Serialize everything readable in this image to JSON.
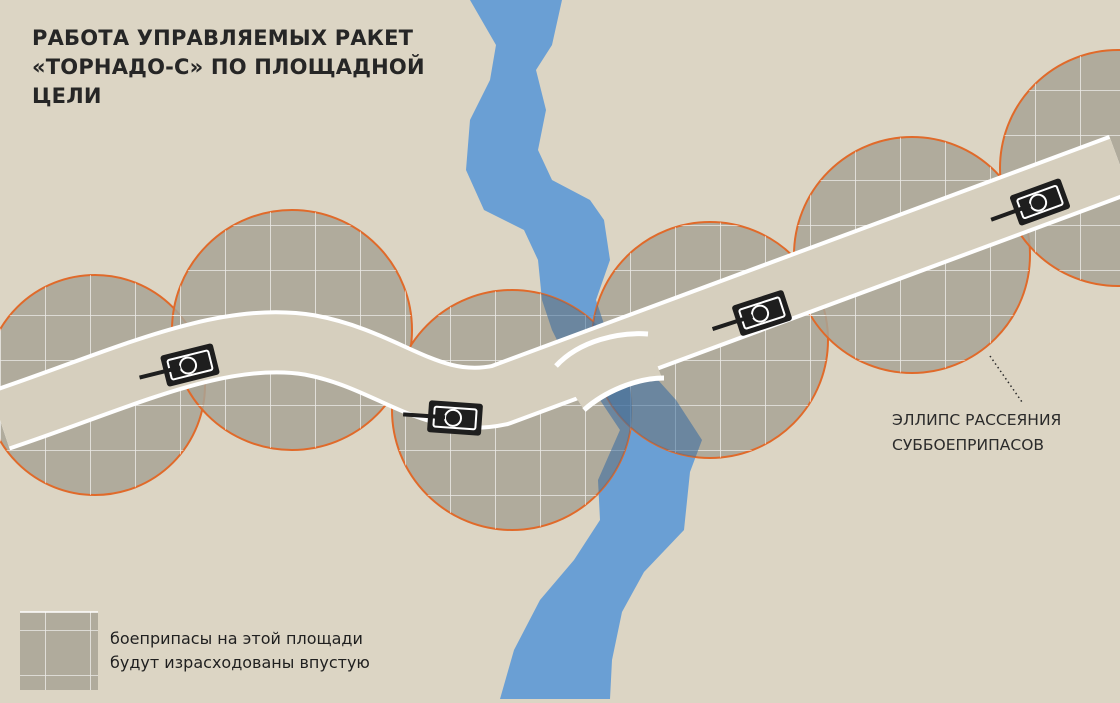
{
  "title": {
    "lines": [
      "РАБОТА УПРАВЛЯЕМЫХ РАКЕТ",
      "«ТОРНАДО-С» ПО ПЛОЩАДНОЙ",
      "ЦЕЛИ"
    ]
  },
  "ellipse_label": {
    "lines": [
      "ЭЛЛИПС РАССЕЯНИЯ",
      "СУББОЕПРИПАСОВ"
    ]
  },
  "legend": {
    "lines": [
      "боеприпасы на этой площади",
      "будут израсходованы впустую"
    ]
  },
  "colors": {
    "background": "#dcd5c4",
    "river": "#6a9fd4",
    "ellipse_fill": "#a8a395",
    "ellipse_outline": "#e06a2a",
    "grid_lines": "#ffffff",
    "road": "#d6cfbe",
    "road_edge": "#ffffff",
    "tank": "#1e1e1e",
    "text": "#262626"
  },
  "icons": [
    "tank-icon",
    "river",
    "road",
    "bridge",
    "grid-area"
  ]
}
